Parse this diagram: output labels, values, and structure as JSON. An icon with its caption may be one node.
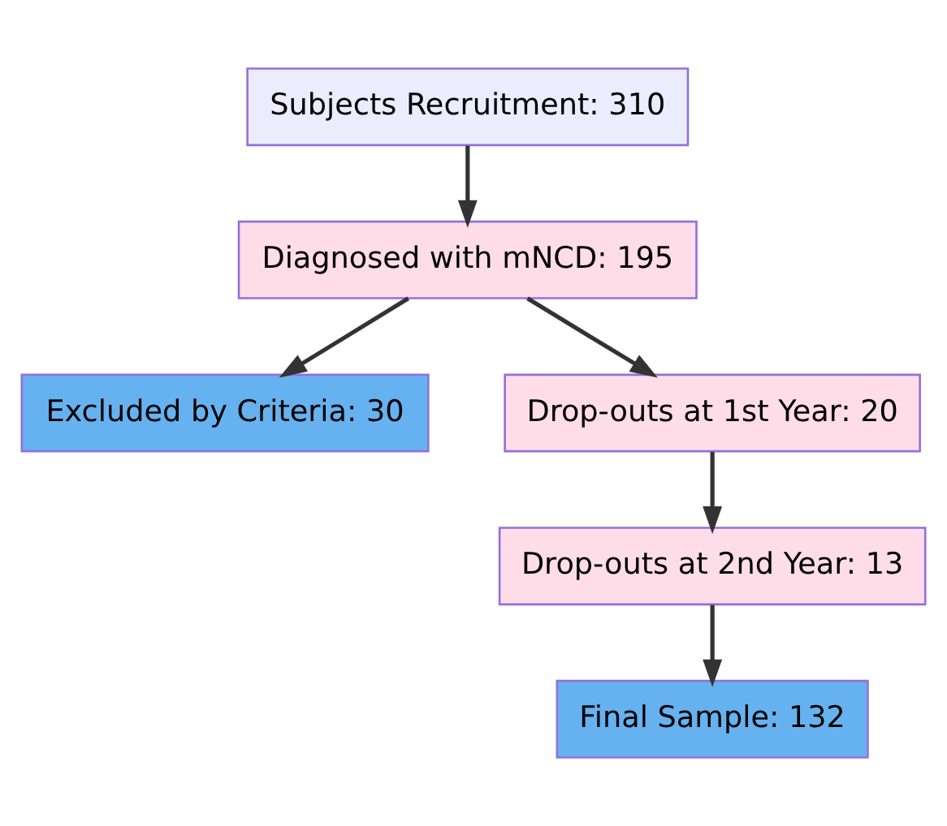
{
  "diagram": {
    "nodes": [
      {
        "text": [
          "Subjects Recruitment: 310"
        ]
      },
      {
        "text": [
          "Diagnosed with mNCD: 195"
        ]
      },
      {
        "text": [
          "Excluded by Criteria: 30"
        ]
      },
      {
        "text": [
          "Drop-outs at 1st Year: 20"
        ]
      },
      {
        "text": [
          "Drop-outs at 2nd Year: 13"
        ]
      },
      {
        "text": [
          "Final Sample: 132"
        ]
      }
    ],
    "edges": [
      {
        "from": 0,
        "to": 1,
        "arrow": "to"
      },
      {
        "from": 1,
        "to": 2,
        "arrow": "to"
      },
      {
        "from": 1,
        "to": 3,
        "arrow": "to"
      },
      {
        "from": 3,
        "to": 4,
        "arrow": "to"
      },
      {
        "from": 4,
        "to": 5,
        "arrow": "to"
      }
    ]
  }
}
